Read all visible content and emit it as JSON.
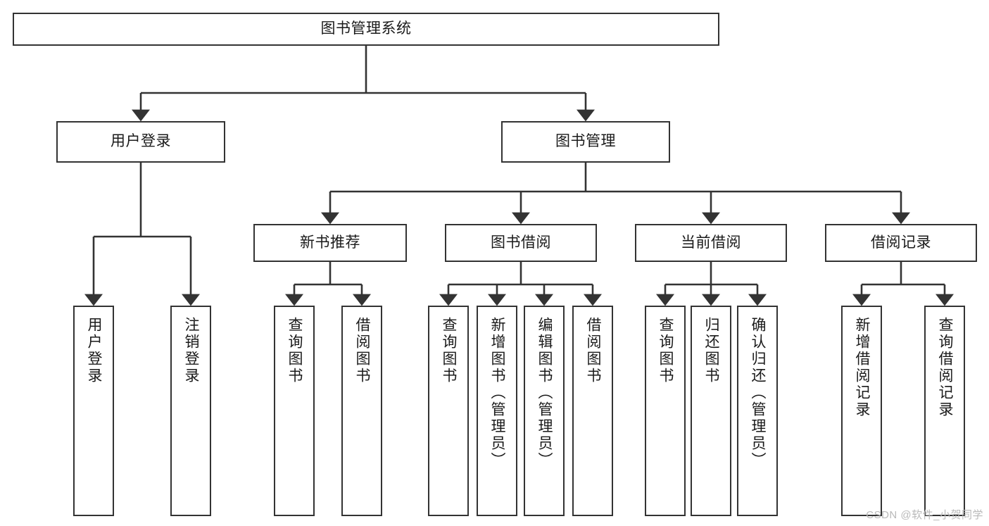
{
  "diagram": {
    "type": "hierarchy-tree",
    "title": "图书管理系统",
    "stroke_color": "#333333",
    "fill_color": "#ffffff",
    "background": "#ffffff",
    "levels": 4
  },
  "nodes": {
    "root": {
      "label": "图书管理系统"
    },
    "level2": [
      {
        "label": "用户登录"
      },
      {
        "label": "图书管理"
      }
    ],
    "level3": [
      {
        "label": "新书推荐"
      },
      {
        "label": "图书借阅"
      },
      {
        "label": "当前借阅"
      },
      {
        "label": "借阅记录"
      }
    ],
    "leaves_user_login": [
      {
        "label": "用户登录"
      },
      {
        "label": "注销登录"
      }
    ],
    "leaves_new_book": [
      {
        "label": "查询图书"
      },
      {
        "label": "借阅图书"
      }
    ],
    "leaves_borrow": [
      {
        "label": "查询图书"
      },
      {
        "label": "新增图书（管理员）"
      },
      {
        "label": "编辑图书（管理员）"
      },
      {
        "label": "借阅图书"
      }
    ],
    "leaves_current": [
      {
        "label": "查询图书"
      },
      {
        "label": "归还图书"
      },
      {
        "label": "确认归还（管理员）"
      }
    ],
    "leaves_record": [
      {
        "label": "新增借阅记录"
      },
      {
        "label": "查询借阅记录"
      }
    ]
  },
  "watermark": {
    "text": "CSDN @软件_小贺同学"
  }
}
